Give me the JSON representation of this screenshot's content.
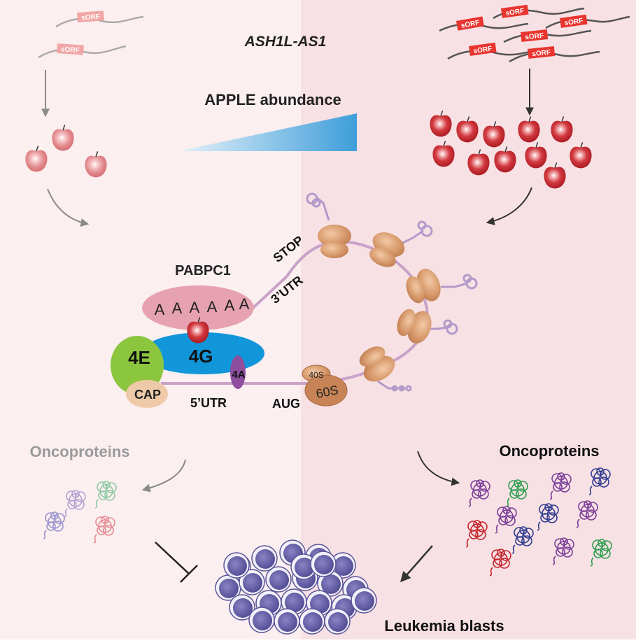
{
  "title": "ASH1L-AS1",
  "gradient_label": "APPLE abundance",
  "sorf_label": "sORF",
  "proteins": {
    "pabpc1": "PABPC1",
    "poly_a": [
      "A",
      "A",
      "A",
      "A",
      "A",
      "A"
    ],
    "eif4e": "4E",
    "eif4g": "4G",
    "eif4a": "4A",
    "cap": "CAP",
    "ribo_40s": "40S",
    "ribo_60s": "60S"
  },
  "mrna": {
    "utr5": "5’UTR",
    "utr3": "3’UTR",
    "aug": "AUG",
    "stop": "STOP"
  },
  "oncoproteins_low": "Oncoproteins",
  "oncoproteins_high": "Oncoproteins",
  "blasts_label": "Leukemia blasts",
  "colors": {
    "left_bg": "#fbeff0",
    "right_bg": "#f8e1e5",
    "apple": "#cc2027",
    "apple_light": "#e48a8e",
    "sorf_box": "#e8352f",
    "pabpc1": "#e7a2b2",
    "eif4g": "#1196da",
    "eif4e": "#8cc63f",
    "eif4a": "#8e4e9e",
    "cap": "#efcaa8",
    "ribosome": "#c98b5c",
    "blast_cell": "#6b63a8"
  }
}
